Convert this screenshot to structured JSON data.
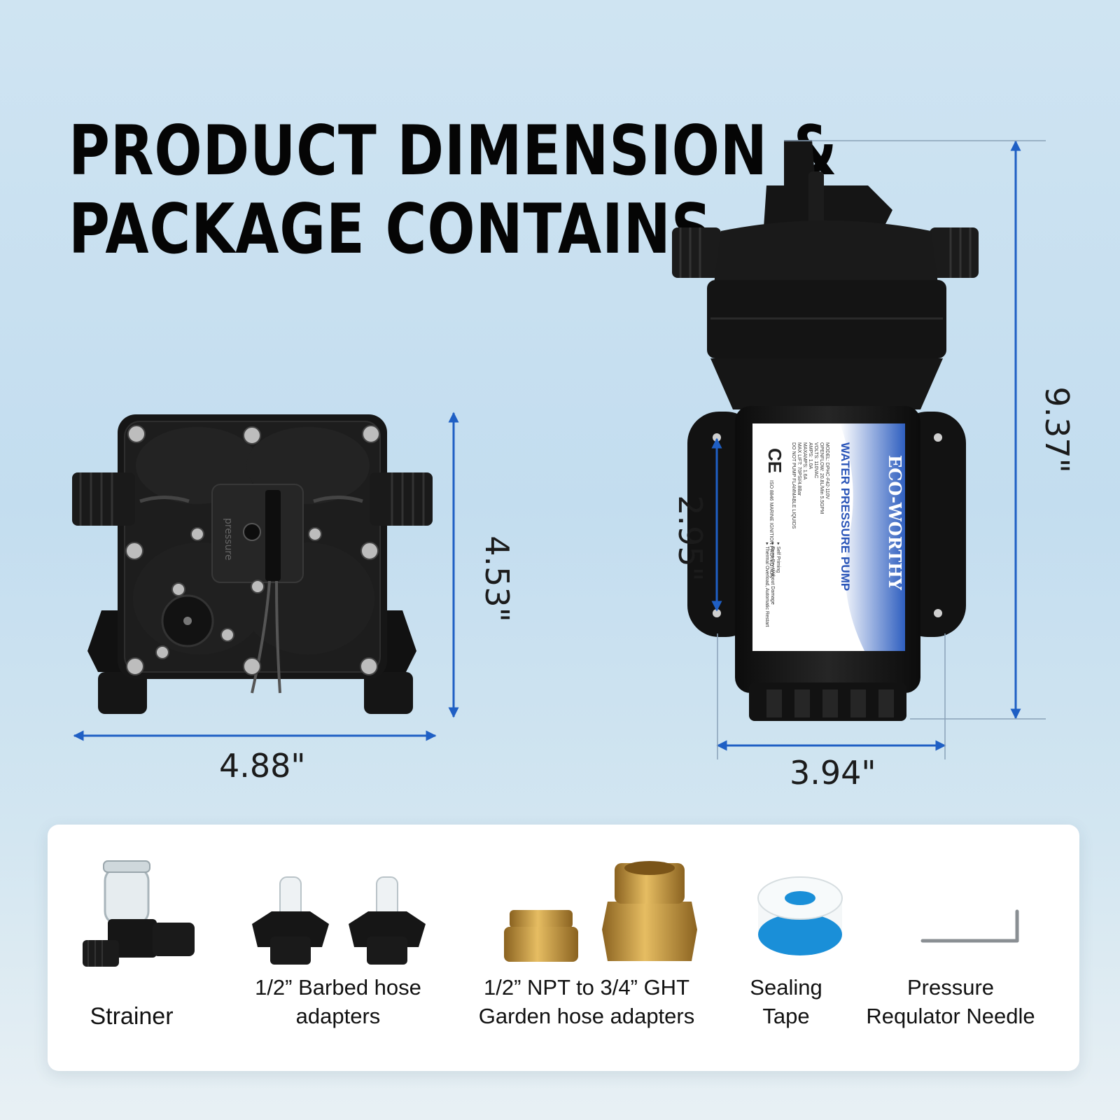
{
  "headline": {
    "line1": "PRODUCT DIMENSION &",
    "line2": "PACKAGE CONTAINS"
  },
  "dimensions": {
    "front_height": "4.53\"",
    "front_width": "4.88\"",
    "side_height": "9.37\"",
    "side_width": "3.94\"",
    "mount_spacing": "2.95\""
  },
  "pump_label": {
    "brand": "ECO-WORTHY",
    "product": "WATER PRESSURE PUMP",
    "ce": "CE",
    "specs": [
      "MODEL: DPHC-F42-110V",
      "OPENFLOW: 20.8L/Min 5.5GPM",
      "VOLTS: 110VAC",
      "AMPS: 1.0A",
      "MAXAMPS: 1.6A",
      "MAX LIFT: 70PSI/4.8Bar",
      "DO NOT PUMP FLAMMABLE LIQUIDS"
    ],
    "features": [
      "▸ Self Priming",
      "▸ Runs Dry Without Damage",
      "▸ Thermal Overload, Automatic Restart"
    ],
    "cert": "ISO 8846 MARINE IGNITION PROTECTION"
  },
  "front_pump": {
    "pressure_text": "pressure"
  },
  "colors": {
    "arrow_blue": "#1f5fc4",
    "pump_black": "#141414",
    "brass": "#c99a3e"
  },
  "package": {
    "items": [
      {
        "label": "Strainer",
        "icon": "strainer-icon"
      },
      {
        "label": "1/2” Barbed hose\nadapters",
        "icon": "barbed-adapter-icon"
      },
      {
        "label": "1/2” NPT to 3/4” GHT\nGarden hose adapters",
        "icon": "brass-adapter-icon"
      },
      {
        "label": "Sealing\nTape",
        "icon": "sealing-tape-icon"
      },
      {
        "label": "Pressure\nRequlator Needle",
        "icon": "hex-key-icon"
      }
    ]
  }
}
